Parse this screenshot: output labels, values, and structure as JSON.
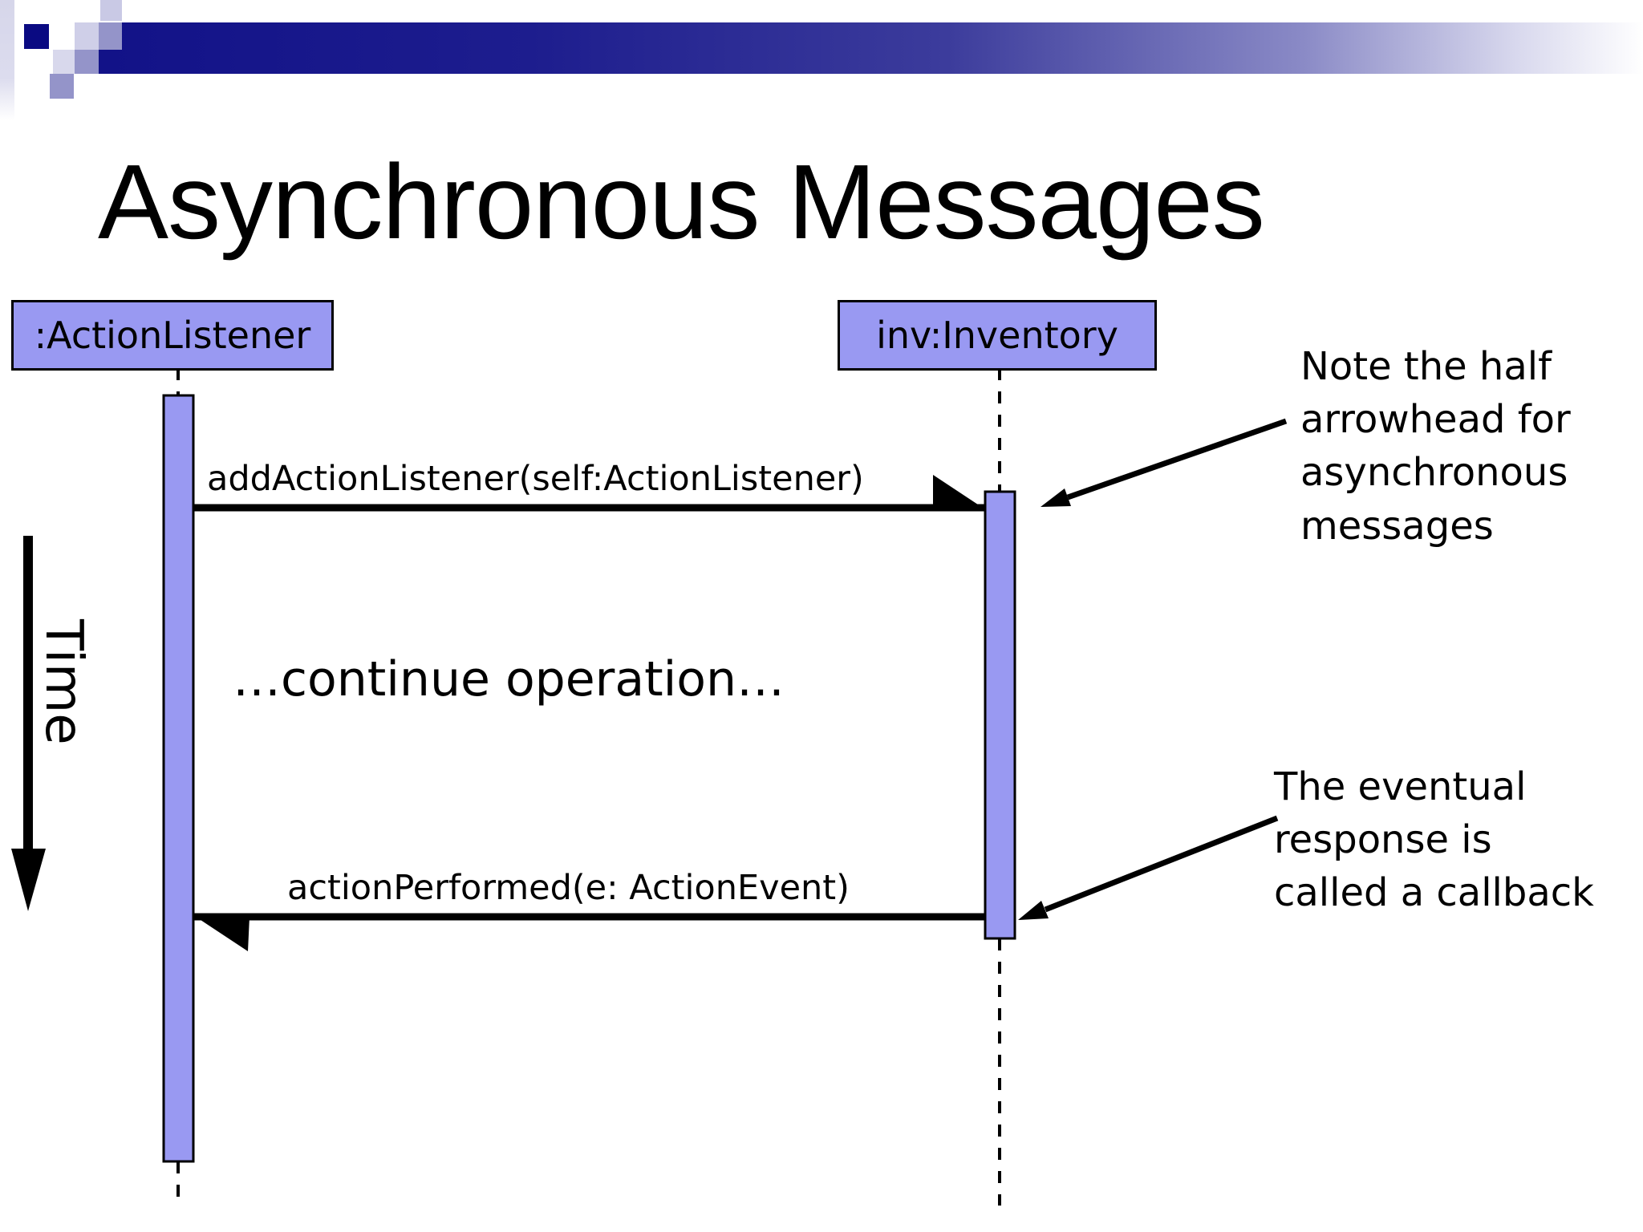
{
  "slide": {
    "title": "Asynchronous Messages"
  },
  "diagram": {
    "objects": [
      {
        "label": ":ActionListener"
      },
      {
        "label": "inv:Inventory"
      }
    ],
    "messages": [
      {
        "label": "addActionListener(self:ActionListener)",
        "direction": "right",
        "kind": "asynchronous"
      },
      {
        "label": "actionPerformed(e: ActionEvent)",
        "direction": "left",
        "kind": "callback"
      }
    ],
    "continue_note": "…continue operation…",
    "time_axis_label": "Time",
    "annotations": [
      {
        "text": "Note the half\narrowhead for\nasynchronous\nmessages"
      },
      {
        "text": "The eventual\nresponse is\ncalled a callback"
      }
    ]
  },
  "colors": {
    "object_fill": "#9999f2",
    "line_color": "#000000",
    "banner_navy": "#121288",
    "accent_medium": "#9494c9",
    "accent_pale": "#cfcfe8"
  }
}
